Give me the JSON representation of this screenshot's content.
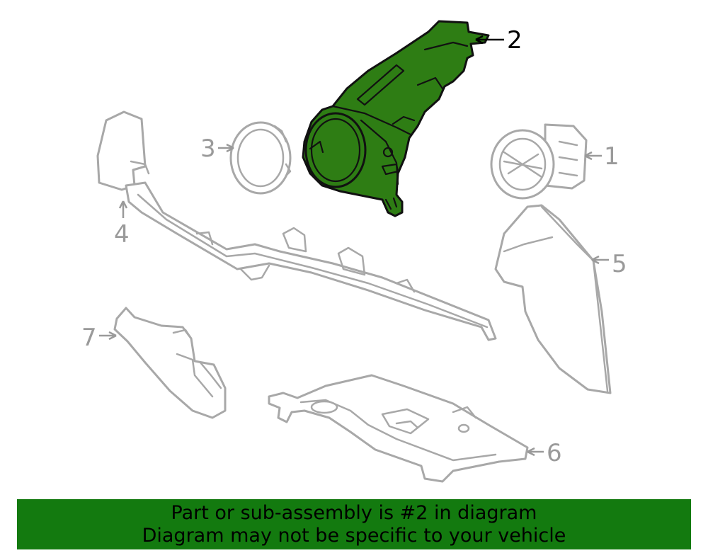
{
  "callouts": [
    {
      "id": "1",
      "label": "1"
    },
    {
      "id": "2",
      "label": "2"
    },
    {
      "id": "3",
      "label": "3"
    },
    {
      "id": "4",
      "label": "4"
    },
    {
      "id": "5",
      "label": "5"
    },
    {
      "id": "6",
      "label": "6"
    },
    {
      "id": "7",
      "label": "7"
    }
  ],
  "highlighted_part": "2",
  "colors": {
    "highlight_fill": "#2e7d14",
    "banner_background": "#137a0f",
    "outline_gray": "#a8a8a8"
  },
  "banner": {
    "line1": "Part or sub-assembly is #2 in diagram",
    "line2": "Diagram may not be specific to your vehicle"
  }
}
